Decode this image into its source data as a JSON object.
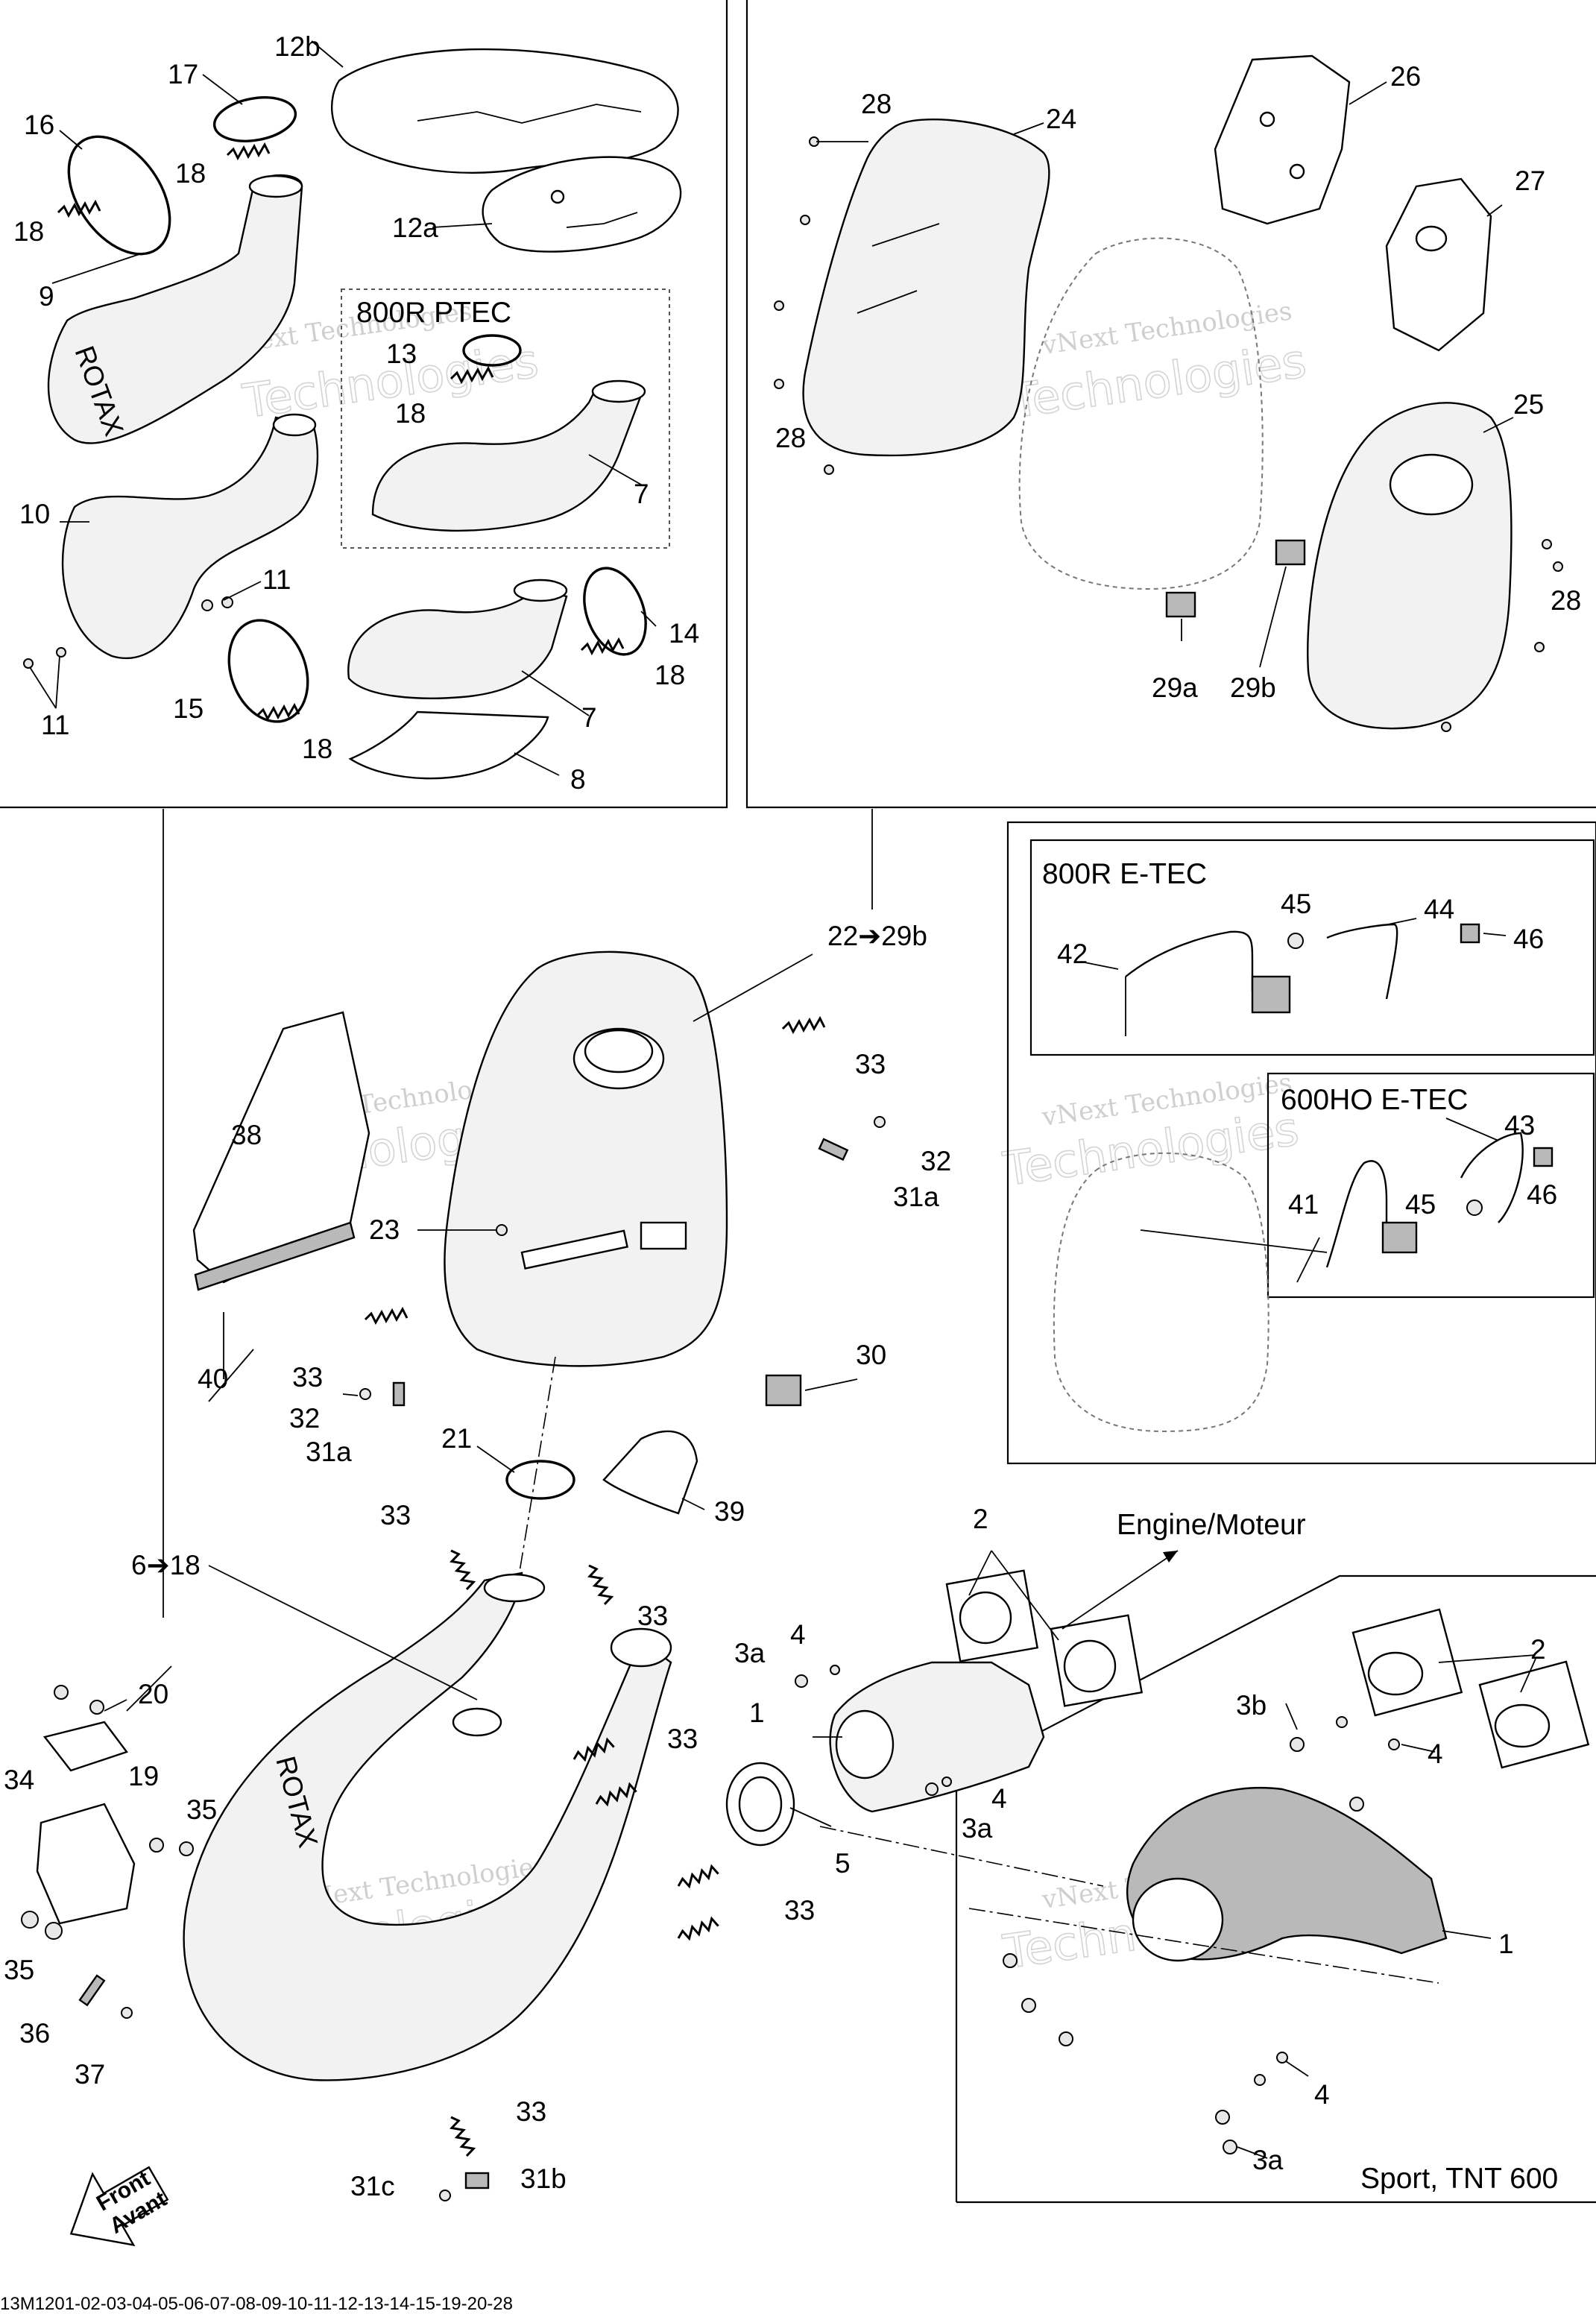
{
  "labels": {
    "l1a": "1",
    "l1b": "1",
    "l2a": "2",
    "l2b": "2",
    "l3a_1": "3a",
    "l3a_2": "3a",
    "l3a_3": "3a",
    "l3b": "3b",
    "l4a": "4",
    "l4b": "4",
    "l4c": "4",
    "l4d": "4",
    "l5": "5",
    "l6_18": "6➔18",
    "l7a": "7",
    "l7b": "7",
    "l8": "8",
    "l9": "9",
    "l10": "10",
    "l11a": "11",
    "l11b": "11",
    "l12a": "12a",
    "l12b": "12b",
    "l13": "13",
    "l14": "14",
    "l15": "15",
    "l16": "16",
    "l17": "17",
    "l18a": "18",
    "l18b": "18",
    "l18c": "18",
    "l18d": "18",
    "l18e": "18",
    "l19": "19",
    "l20": "20",
    "l21": "21",
    "l22_29b": "22➔29b",
    "l23": "23",
    "l24": "24",
    "l25": "25",
    "l26": "26",
    "l27": "27",
    "l28a": "28",
    "l28b": "28",
    "l28c": "28",
    "l29a": "29a",
    "l29b": "29b",
    "l30": "30",
    "l31a_1": "31a",
    "l31a_2": "31a",
    "l31b": "31b",
    "l31c": "31c",
    "l32a": "32",
    "l32b": "32",
    "l33a": "33",
    "l33b": "33",
    "l33c": "33",
    "l33d": "33",
    "l33e": "33",
    "l33f": "33",
    "l33g": "33",
    "l34": "34",
    "l35a": "35",
    "l35b": "35",
    "l36": "36",
    "l37": "37",
    "l38": "38",
    "l39": "39",
    "l40": "40",
    "l41": "41",
    "l42": "42",
    "l43": "43",
    "l44": "44",
    "l45a": "45",
    "l45b": "45",
    "l46a": "46",
    "l46b": "46"
  },
  "variants": {
    "ptec_800r": "800R PTEC",
    "etec_800r": "800R E-TEC",
    "etec_600ho": "600HO E-TEC",
    "sport_tnt": "Sport, TNT 600"
  },
  "callouts": {
    "engine": "Engine/Moteur",
    "front_en": "Front",
    "front_fr": "Avant",
    "brand": "ROTAX"
  },
  "watermark": {
    "line1": "vNext Technologies",
    "line2": "Technologies"
  },
  "footer": {
    "drawing_code": "13M1201-02-03-04-05-06-07-08-09-10-11-12-13-14-15-19-20-28"
  }
}
